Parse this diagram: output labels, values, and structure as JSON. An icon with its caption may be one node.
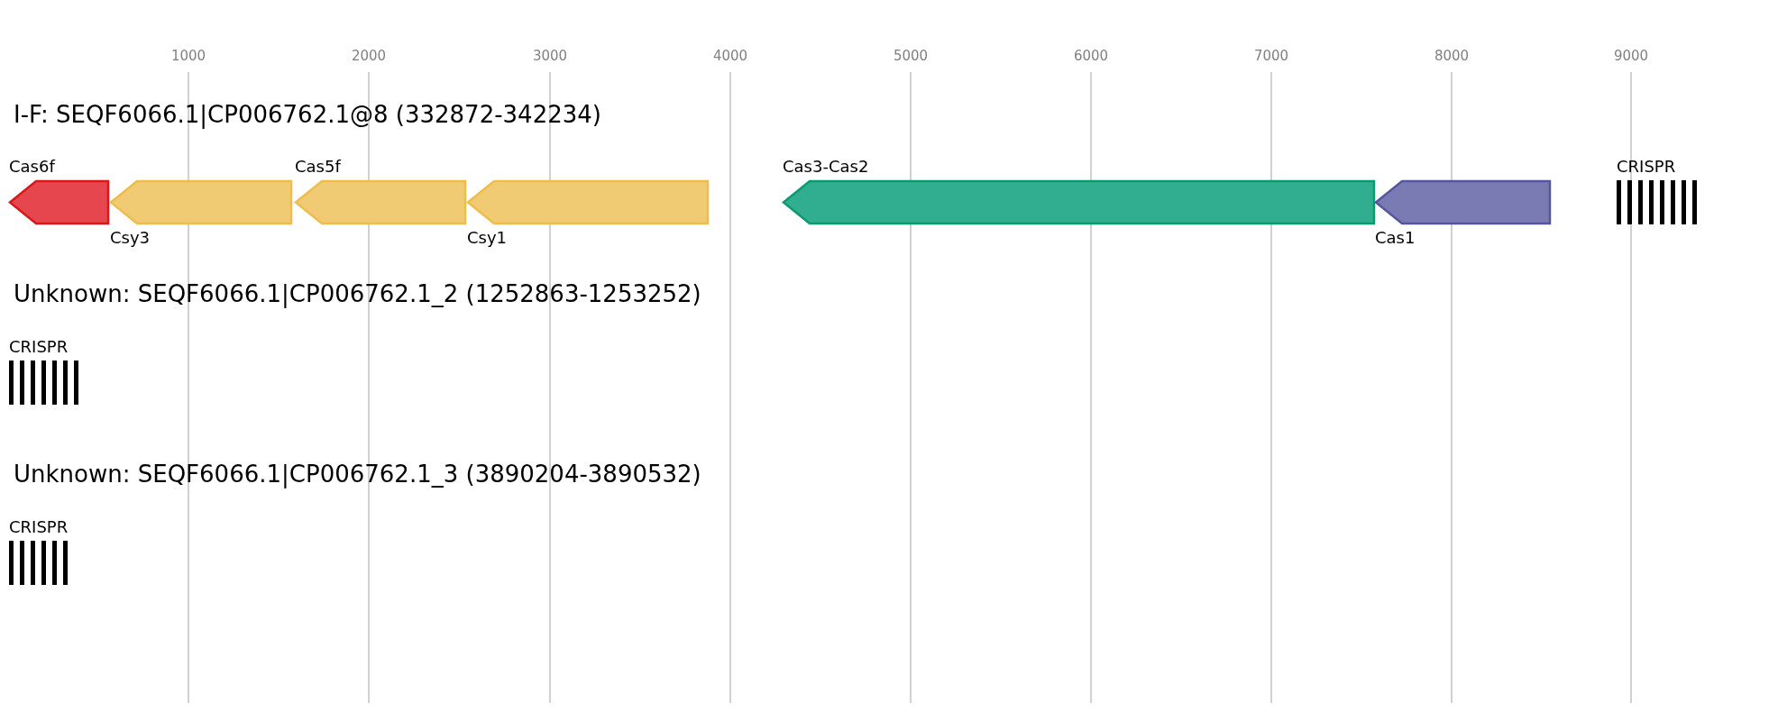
{
  "diagram": {
    "nodes": [
      {
        "text": [
          "Cas6f"
        ]
      },
      {
        "text": [
          "Csy3"
        ]
      },
      {
        "text": [
          "Cas5f"
        ]
      },
      {
        "text": [
          "Csy1"
        ]
      },
      {
        "text": [
          "Cas3-Cas2"
        ]
      },
      {
        "text": [
          "Cas1"
        ]
      },
      {
        "text": [
          "CRISPR"
        ]
      },
      {
        "text": [
          "CRISPR"
        ]
      },
      {
        "text": [
          "CRISPR"
        ]
      }
    ],
    "labels": [
      "1000",
      "2000",
      "3000",
      "4000",
      "5000",
      "6000",
      "7000",
      "8000",
      "9000",
      "I-F: SEQF6066.1|CP006762.1@8 (332872-342234)",
      "Unknown: SEQF6066.1|CP006762.1_2 (1252863-1253252)",
      "Unknown: SEQF6066.1|CP006762.1_3 (3890204-3890532)"
    ]
  }
}
